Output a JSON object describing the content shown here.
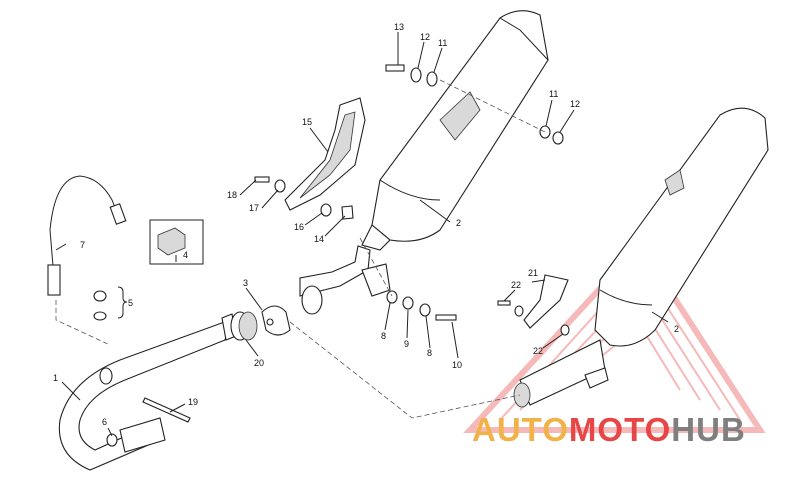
{
  "labels": {
    "l1": "1",
    "l2a": "2",
    "l2b": "2",
    "l3": "3",
    "l4": "4",
    "l5": "5",
    "l6": "6",
    "l7": "7",
    "l8a": "8",
    "l8b": "8",
    "l9": "9",
    "l10": "10",
    "l11a": "11",
    "l11b": "11",
    "l12a": "12",
    "l12b": "12",
    "l13": "13",
    "l14": "14",
    "l15": "15",
    "l16": "16",
    "l17": "17",
    "l18": "18",
    "l19": "19",
    "l20": "20",
    "l21": "21",
    "l22a": "22",
    "l22b": "22"
  },
  "watermark": {
    "auto": "AUTO",
    "moto": "MOTO",
    "hub": "HUB"
  },
  "colors": {
    "watermark_orange": "#f2b24a",
    "watermark_red": "#e84646",
    "watermark_gray": "#7f7f7f",
    "watermark_triangle": "#f08080"
  }
}
